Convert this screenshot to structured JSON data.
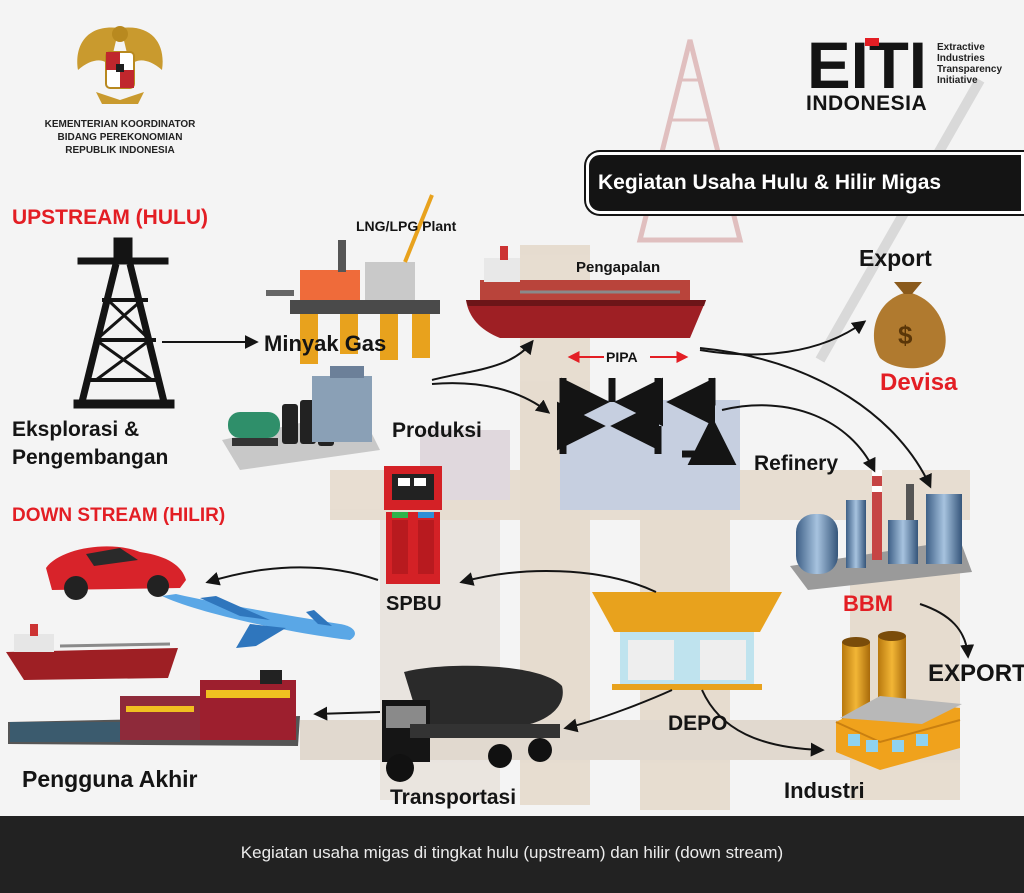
{
  "header": {
    "ministry_lines": [
      "KEMENTERIAN KOORDINATOR",
      "BIDANG PEREKONOMIAN",
      "REPUBLIK INDONESIA"
    ],
    "eiti": {
      "wordmark": "EITI",
      "description_lines": [
        "Extractive",
        "Industries",
        "Transparency",
        "Initiative"
      ],
      "country": "INDONESIA"
    },
    "title": "Kegiatan Usaha Hulu & Hilir Migas"
  },
  "sections": {
    "upstream": "UPSTREAM (HULU)",
    "downstream": "DOWN STREAM (HILIR)"
  },
  "labels": {
    "exploration_line1": "Eksplorasi &",
    "exploration_line2": "Pengembangan",
    "lng_lpg_plant": "LNG/LPG Plant",
    "oil_gas": "Minyak Gas",
    "production": "Produksi",
    "shipping": "Pengapalan",
    "pipeline": "PIPA",
    "export_top": "Export",
    "revenue": "Devisa",
    "refinery": "Refinery",
    "fuel": "BBM",
    "export_bottom": "EXPORT",
    "gas_station": "SPBU",
    "depot": "DEPO",
    "transportation": "Transportasi",
    "end_user": "Pengguna Akhir",
    "industry": "Industri"
  },
  "icons": {
    "emblem": "garuda-emblem-icon",
    "well": "oil-derrick-icon",
    "plant": "offshore-platform-icon",
    "ship": "tanker-ship-icon",
    "production": "production-facility-icon",
    "pipes": "pipeline-icon",
    "money": "money-bag-icon",
    "refinery": "refinery-icon",
    "pump": "fuel-pump-icon",
    "depot": "depot-icon",
    "truck": "tanker-truck-icon",
    "car": "car-icon",
    "plane": "airplane-icon",
    "train": "train-icon",
    "factory": "factory-icon"
  },
  "caption": "Kegiatan usaha migas di tingkat hulu (upstream) dan hilir (down stream)",
  "colors": {
    "accent_red": "#e31e24",
    "ink": "#141414",
    "caption_bar": "#222222",
    "caption_text": "#ececec"
  }
}
